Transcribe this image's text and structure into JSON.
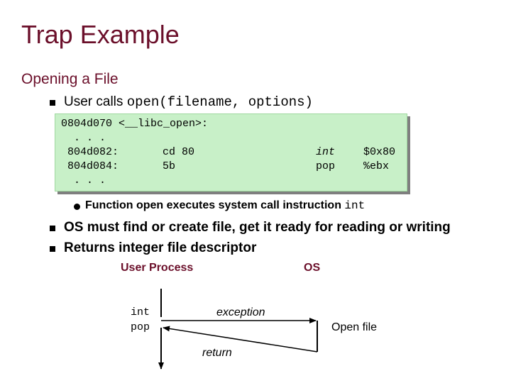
{
  "title": "Trap Example",
  "subtitle": "Opening a File",
  "bullet1": {
    "prefix": "User calls ",
    "code": "open(filename, options)"
  },
  "code_lines": {
    "line0": "0804d070 <__libc_open>:",
    "line1": "  . . .",
    "line2_addr": " 804d082:",
    "line2_bytes": "cd 80",
    "line2_op": "int",
    "line2_arg": "$0x80",
    "line3_addr": " 804d084:",
    "line3_bytes": "5b",
    "line3_op": "pop",
    "line3_arg": "%ebx",
    "line4": "  . . ."
  },
  "subbullet": {
    "prefix": "Function open executes system call instruction ",
    "code": "int"
  },
  "bullet2": "OS must find or create file, get it ready for reading or writing",
  "bullet3": "Returns integer file descriptor",
  "diagram": {
    "user_process": "User Process",
    "os": "OS",
    "int": "int",
    "pop": "pop",
    "exception": "exception",
    "open_file": "Open file",
    "return": "return"
  }
}
